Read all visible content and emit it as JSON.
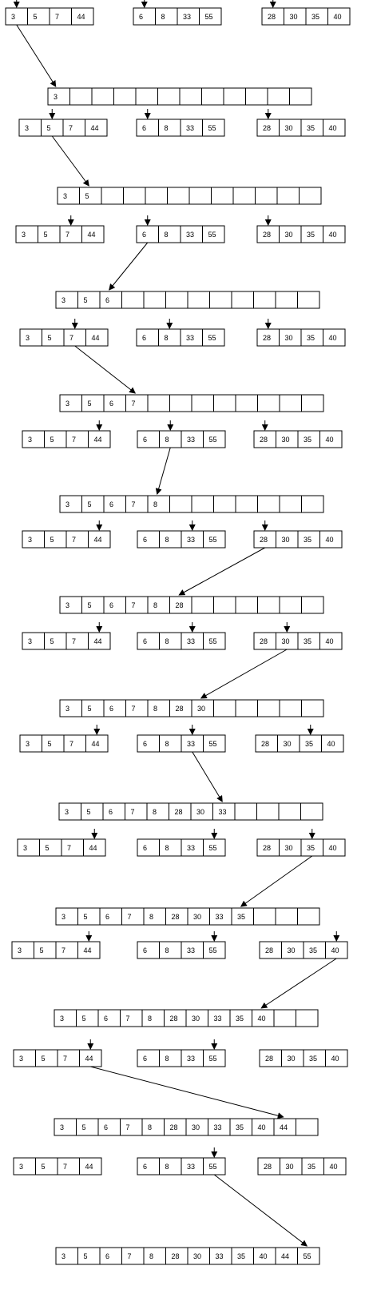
{
  "diagram": {
    "initial_lists": [
      [
        "3",
        "5",
        "7",
        "44"
      ],
      [
        "6",
        "8",
        "33",
        "55"
      ],
      [
        "28",
        "30",
        "35",
        "40"
      ]
    ],
    "steps": [
      {
        "pointers": [
          0,
          0,
          0
        ],
        "merged": [
          "3"
        ],
        "picked_list": 0
      },
      {
        "pointers": [
          1,
          0,
          0
        ],
        "merged": [
          "3",
          "5"
        ],
        "picked_list": 0
      },
      {
        "pointers": [
          2,
          0,
          0
        ],
        "merged": [
          "3",
          "5",
          "6"
        ],
        "picked_list": 1
      },
      {
        "pointers": [
          2,
          1,
          0
        ],
        "merged": [
          "3",
          "5",
          "6",
          "7"
        ],
        "picked_list": 0
      },
      {
        "pointers": [
          3,
          1,
          0
        ],
        "merged": [
          "3",
          "5",
          "6",
          "7",
          "8"
        ],
        "picked_list": 1
      },
      {
        "pointers": [
          3,
          2,
          0
        ],
        "merged": [
          "3",
          "5",
          "6",
          "7",
          "8",
          "28"
        ],
        "picked_list": 2
      },
      {
        "pointers": [
          3,
          2,
          1
        ],
        "merged": [
          "3",
          "5",
          "6",
          "7",
          "8",
          "28",
          "30"
        ],
        "picked_list": 2
      },
      {
        "pointers": [
          3,
          2,
          2
        ],
        "merged": [
          "3",
          "5",
          "6",
          "7",
          "8",
          "28",
          "30",
          "33"
        ],
        "picked_list": 1
      },
      {
        "pointers": [
          3,
          3,
          2
        ],
        "merged": [
          "3",
          "5",
          "6",
          "7",
          "8",
          "28",
          "30",
          "33",
          "35"
        ],
        "picked_list": 2
      },
      {
        "pointers": [
          3,
          3,
          3
        ],
        "merged": [
          "3",
          "5",
          "6",
          "7",
          "8",
          "28",
          "30",
          "33",
          "35",
          "40"
        ],
        "picked_list": 2
      },
      {
        "pointers": [
          3,
          3,
          null
        ],
        "merged": [
          "3",
          "5",
          "6",
          "7",
          "8",
          "28",
          "30",
          "33",
          "35",
          "40",
          "44"
        ],
        "picked_list": 0
      },
      {
        "pointers": [
          null,
          3,
          null
        ],
        "merged": [
          "3",
          "5",
          "6",
          "7",
          "8",
          "28",
          "30",
          "33",
          "35",
          "40",
          "44",
          "55"
        ],
        "picked_list": 1
      }
    ],
    "merged_capacity": 12
  }
}
